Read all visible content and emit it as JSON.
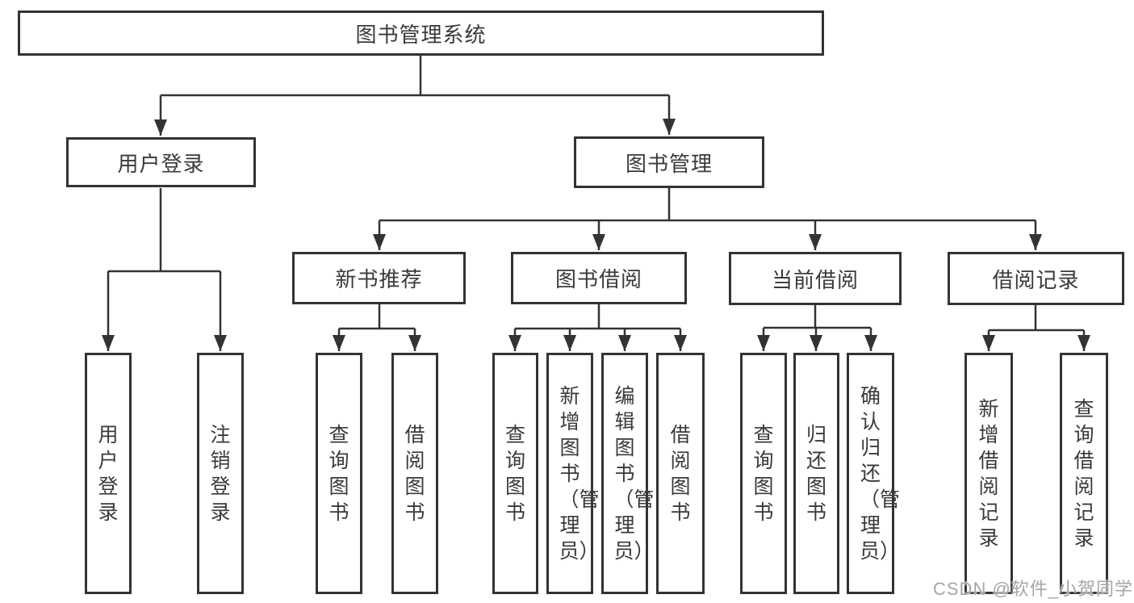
{
  "tree": {
    "label": "图书管理系统",
    "children": [
      {
        "label": "用户登录",
        "children": [
          {
            "label": "用户登录"
          },
          {
            "label": "注销登录"
          }
        ]
      },
      {
        "label": "图书管理",
        "children": [
          {
            "label": "新书推荐",
            "children": [
              {
                "label": "查询图书"
              },
              {
                "label": "借阅图书"
              }
            ]
          },
          {
            "label": "图书借阅",
            "children": [
              {
                "label": "查询图书"
              },
              {
                "label": "新增图书（管理员）"
              },
              {
                "label": "编辑图书（管理员）"
              },
              {
                "label": "借阅图书"
              }
            ]
          },
          {
            "label": "当前借阅",
            "children": [
              {
                "label": "查询图书"
              },
              {
                "label": "归还图书"
              },
              {
                "label": "确认归还（管理员）"
              }
            ]
          },
          {
            "label": "借阅记录",
            "children": [
              {
                "label": "新增借阅记录"
              },
              {
                "label": "查询借阅记录"
              }
            ]
          }
        ]
      }
    ]
  },
  "watermark": {
    "text": "CSDN @软件_小贺同学"
  },
  "colors": {
    "line": "#333333",
    "border": "#333333",
    "text": "#3a3a3a",
    "background": "#ffffff",
    "watermark": "#a6a6a6"
  }
}
